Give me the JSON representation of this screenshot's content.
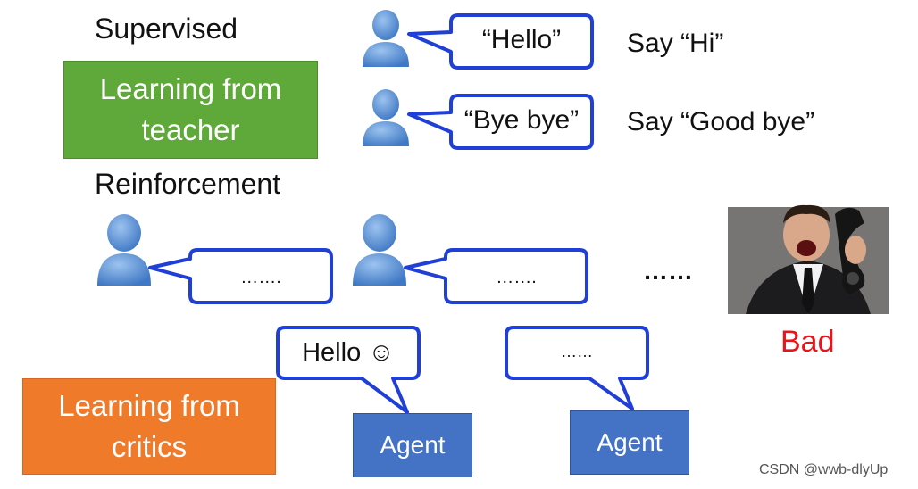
{
  "supervised": {
    "heading": "Supervised",
    "teacher_box": "Learning from teacher",
    "rows": [
      {
        "bubble": "“Hello”",
        "response": "Say “Hi”"
      },
      {
        "bubble": "“Bye bye”",
        "response": "Say “Good bye”"
      }
    ]
  },
  "reinforcement": {
    "heading": "Reinforcement",
    "user_bubbles": [
      "…….",
      "……."
    ],
    "ellipsis": "……",
    "feedback": "Bad",
    "agents": [
      {
        "label": "Agent",
        "bubble": "Hello ☺"
      },
      {
        "label": "Agent",
        "bubble": "……"
      }
    ],
    "critics_box": "Learning from critics"
  },
  "watermark": "CSDN @wwb-dlyUp",
  "colors": {
    "person": "#4a86cf",
    "bubble_border": "#1f3fd6",
    "teacher_box": "#5fa83a",
    "critics_box": "#ef7a2a",
    "agent_box": "#4472c4",
    "bad": "#e8141b"
  }
}
